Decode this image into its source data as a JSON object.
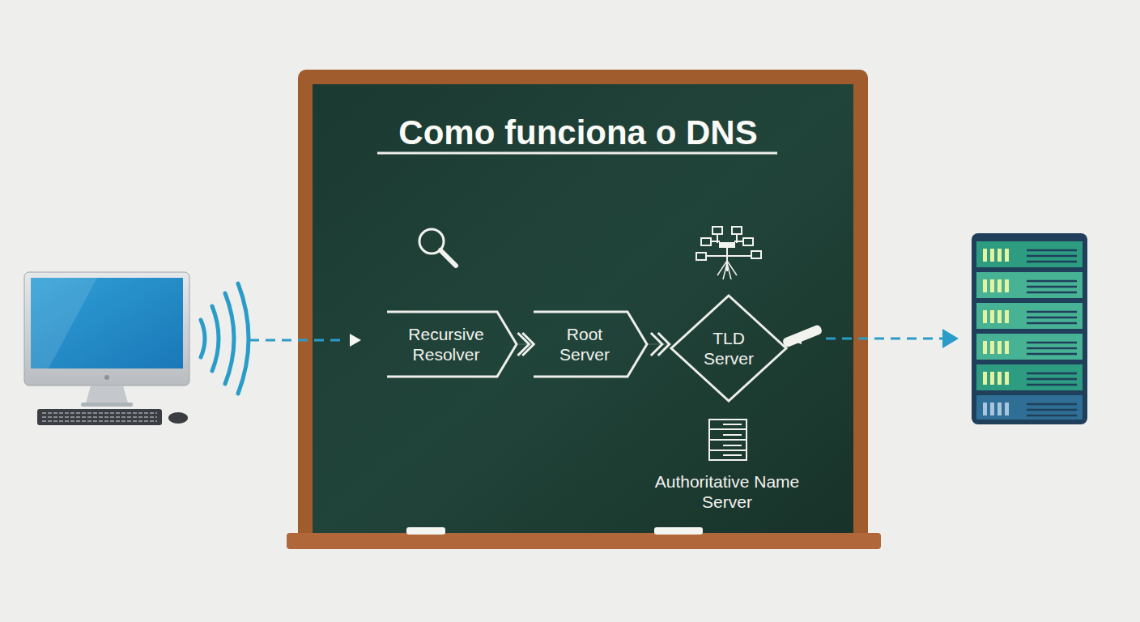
{
  "diagram": {
    "title": "Como funciona o DNS",
    "nodes": [
      {
        "text": [
          "Recursive Resolver"
        ]
      },
      {
        "text": [
          "Root Server"
        ]
      },
      {
        "text": [
          "TLD Server"
        ]
      }
    ],
    "edges": [
      {
        "from": 0,
        "to": 1,
        "arrow": "to"
      },
      {
        "from": 1,
        "to": 2,
        "arrow": "to"
      }
    ],
    "labels": [
      "Authoritative Name Server"
    ]
  }
}
